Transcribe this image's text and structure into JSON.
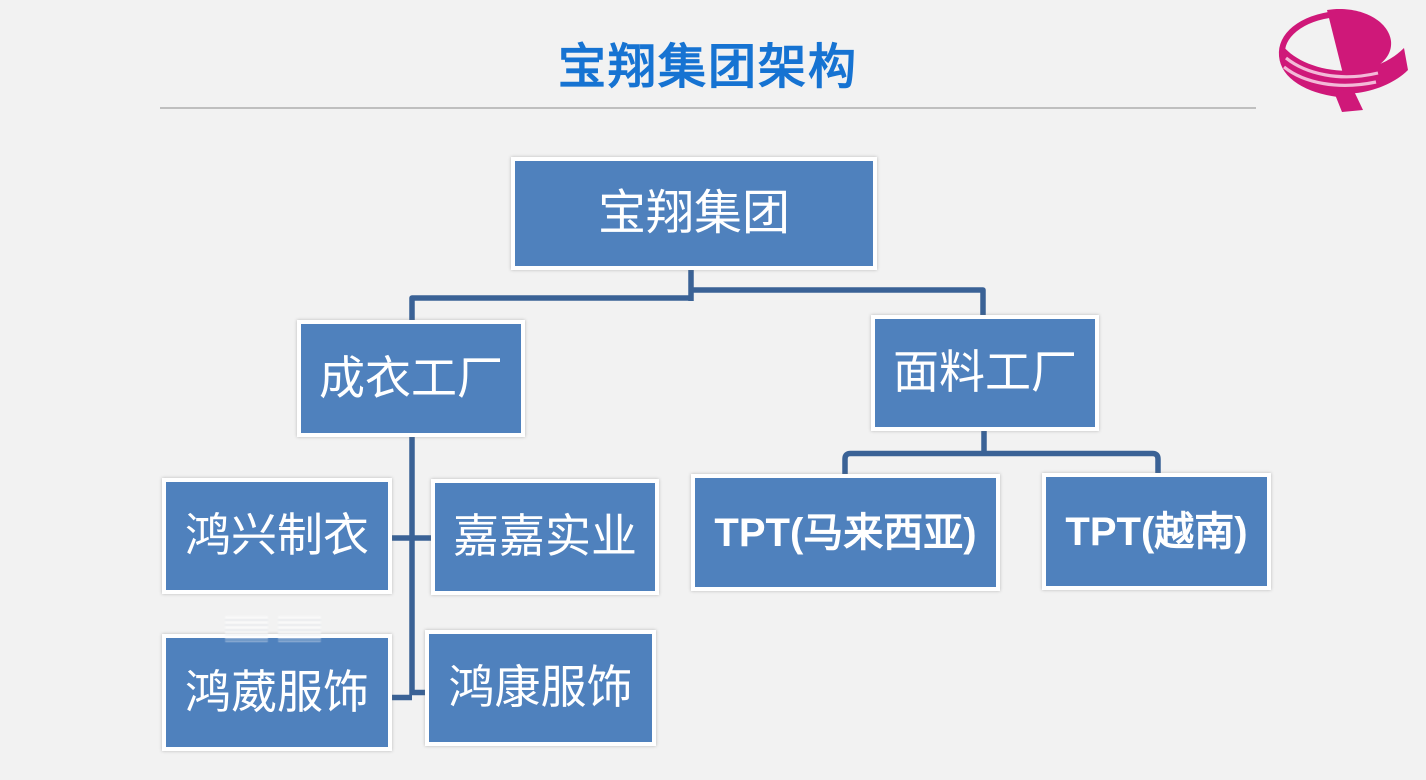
{
  "slide": {
    "title": "宝翔集团架构"
  },
  "logo": {
    "icon": "company-logo-icon",
    "primary_color": "#CF1879",
    "stripe_color": "#F3B9D8"
  },
  "org": {
    "nodes": {
      "root": {
        "label": "宝翔集团"
      },
      "garment": {
        "label": "成衣工厂"
      },
      "fabric": {
        "label": "面料工厂"
      },
      "hongxing": {
        "label": "鸿兴制衣"
      },
      "jiajia": {
        "label": "嘉嘉实业"
      },
      "hongwei": {
        "label": "鸿葳服饰"
      },
      "hongkang": {
        "label": "鸿康服饰"
      },
      "tpt_malaysia": {
        "label": "TPT(马来西亚)"
      },
      "tpt_vietnam": {
        "label": "TPT(越南)"
      }
    },
    "hierarchy": {
      "root": [
        "garment",
        "fabric"
      ],
      "garment": [
        "hongxing",
        "jiajia",
        "hongwei",
        "hongkang"
      ],
      "fabric": [
        "tpt_malaysia",
        "tpt_vietnam"
      ]
    }
  },
  "colors": {
    "background": "#F2F2F2",
    "title_text": "#1673D2",
    "node_fill": "#4F81BD",
    "node_border": "#FFFFFF",
    "node_text": "#FFFFFF",
    "connector": "#3A6296",
    "divider": "#BFBFBF"
  }
}
